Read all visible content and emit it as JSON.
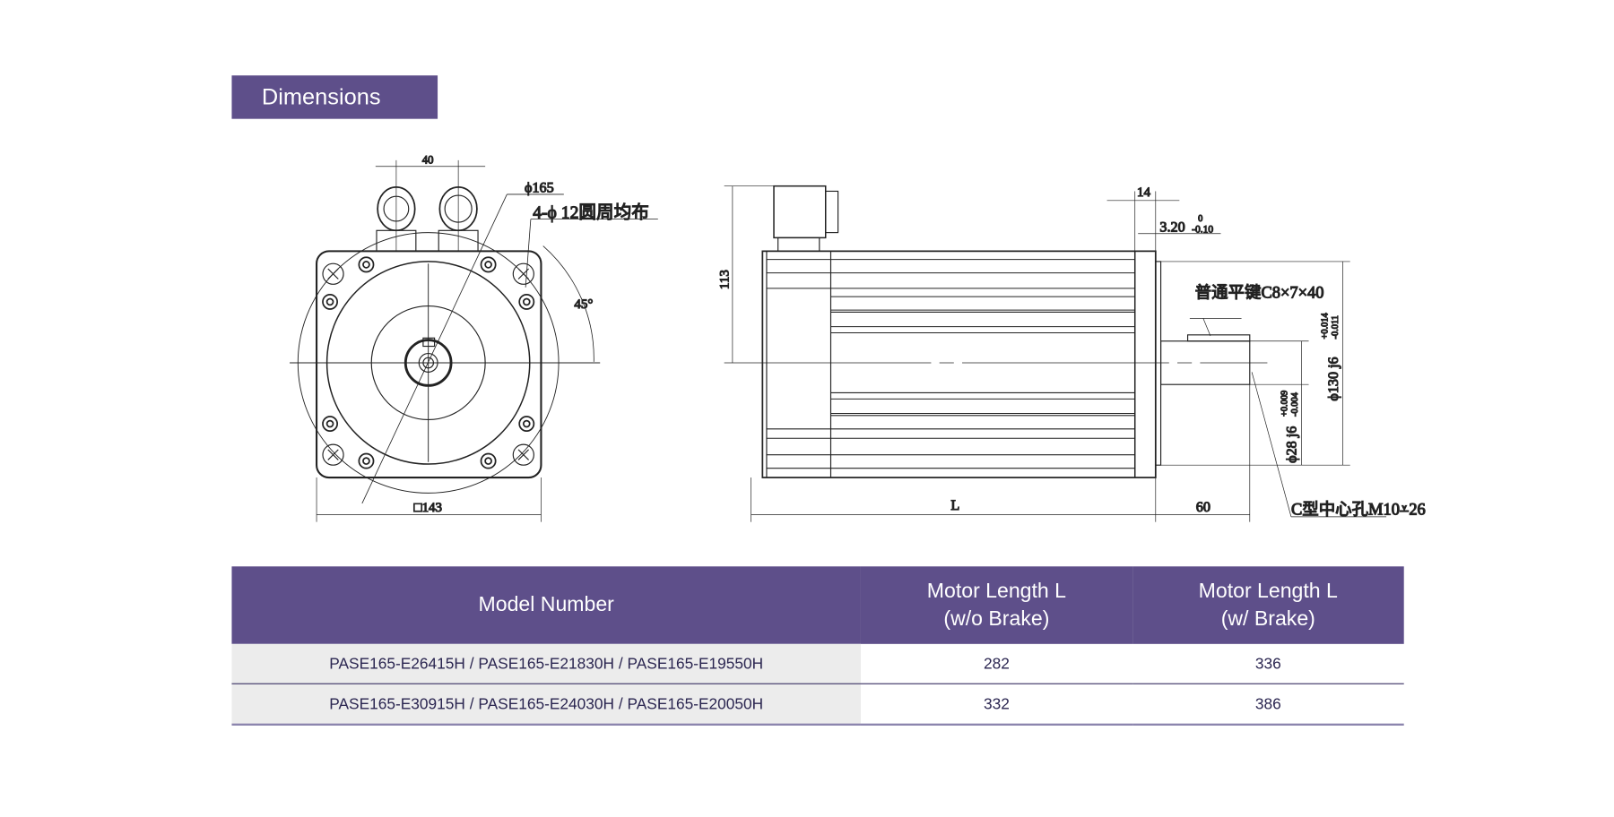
{
  "section_title": "Dimensions",
  "drawing": {
    "front": {
      "connector_pitch": "40",
      "flange_circle": "ϕ165",
      "holes": "4-ϕ 12圆周均布",
      "angle": "45°",
      "square": "□143"
    },
    "side": {
      "height": "113",
      "flange_thick": "14",
      "pilot": "3.20",
      "pilot_tol_upper": "0",
      "pilot_tol_lower": "-0.10",
      "key": "普通平键C8×7×40",
      "spigot": "ϕ130 j6",
      "spigot_tol_upper": "+0.014",
      "spigot_tol_lower": "-0.011",
      "shaft": "ϕ28 j6",
      "shaft_tol_upper": "+0.009",
      "shaft_tol_lower": "-0.004",
      "length": "L",
      "shaft_length": "60",
      "center_hole": "C型中心孔M10⩡26"
    }
  },
  "table": {
    "headers": [
      "Model Number",
      "Motor Length L",
      "(w/o Brake)",
      "Motor Length L",
      "(w/ Brake)"
    ],
    "rows": [
      {
        "model": "PASE165-E26415H / PASE165-E21830H / PASE165-E19550H",
        "wo": "282",
        "w": "336"
      },
      {
        "model": "PASE165-E30915H / PASE165-E24030H / PASE165-E20050H",
        "wo": "332",
        "w": "386"
      }
    ]
  },
  "colors": {
    "accent": "#5e4f8a"
  }
}
